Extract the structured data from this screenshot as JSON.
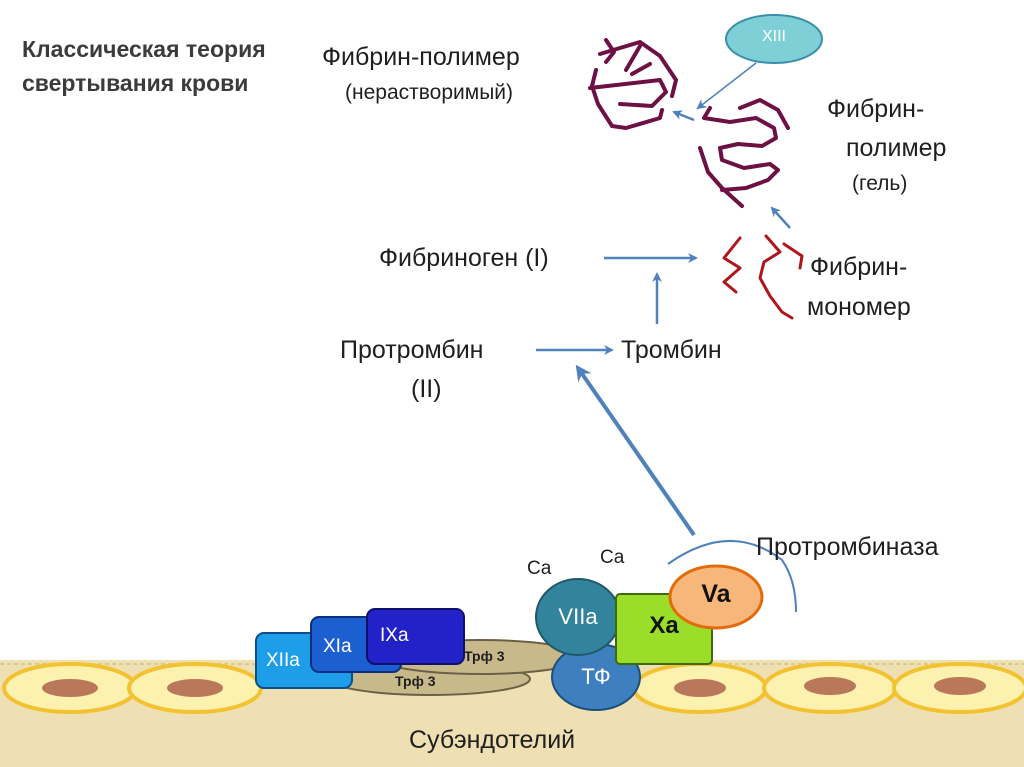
{
  "title": {
    "line1": "Классическая теория",
    "line2": "свертывания крови"
  },
  "labels": {
    "fibrin_polymer_insoluble": "Фибрин-полимер",
    "insoluble_note": "(нерастворимый)",
    "factor_xiii": "XIII",
    "fibrin_polymer_gel_line1": "Фибрин-",
    "fibrin_polymer_gel_line2": "полимер",
    "gel_note": "(гель)",
    "fibrinogen": "Фибриноген (I)",
    "fibrin_monomer_line1": "Фибрин-",
    "fibrin_monomer_line2": "мономер",
    "prothrombin": "Протромбин",
    "prothrombin_numeral": "(II)",
    "thrombin": "Тромбин",
    "prothrombinase": "Протромбиназа",
    "ca_1": "Ca",
    "ca_2": "Ca",
    "subendothelium": "Субэндотелий"
  },
  "factors": {
    "xiia": "XIIa",
    "xia": "XIa",
    "ixa": "IXa",
    "viia": "VIIa",
    "xa": "Xa",
    "va": "Va",
    "tf": "ТФ",
    "trf3_upper": "Трф 3",
    "trf3_lower": "Трф 3"
  },
  "colors": {
    "arrow": "#4f81bd",
    "fibrin_polymer": "#6d1044",
    "fibrin_monomer": "#b0151c",
    "xiii_fill": "#7fd0d6",
    "xiia_fill": "#1e9ee8",
    "xia_fill": "#1c5fd0",
    "ixa_fill": "#2222c8",
    "viia_fill": "#31849b",
    "xa_fill": "#9bde2a",
    "va_fill": "#f7b77a",
    "va_stroke": "#e26b0a",
    "tf_fill": "#3d7fbf",
    "platelet_plate": "#c8b98a",
    "cell_fill": "#fdf1b0",
    "cell_stroke": "#f2c230",
    "nucleus": "#b9785a",
    "subendothelium": "#efe0b4"
  }
}
